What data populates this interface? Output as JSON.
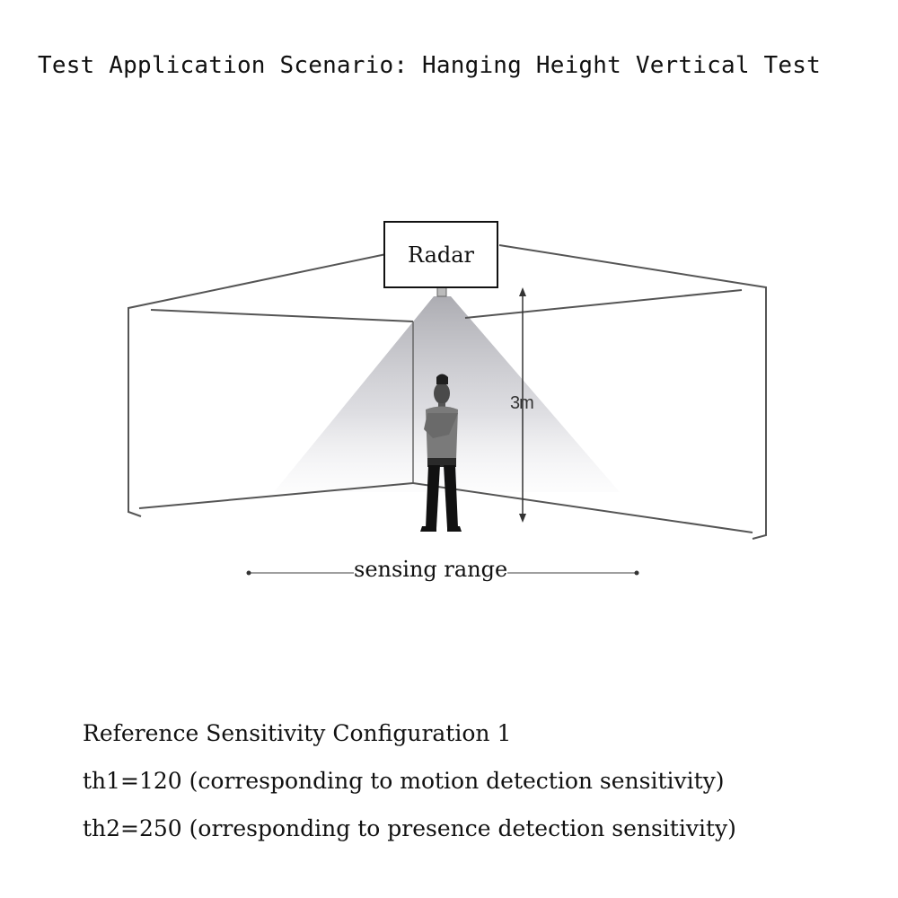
{
  "title": "Test Application Scenario: Hanging Height Vertical Test",
  "diagram": {
    "radar_label": "Radar",
    "height_label": "3m",
    "range_label": "sensing range"
  },
  "config": {
    "heading": "Reference Sensitivity Configuration 1",
    "lines": [
      "th1=120 (corresponding to motion detection sensitivity)",
      "th2=250 (orresponding to presence detection sensitivity)"
    ]
  }
}
